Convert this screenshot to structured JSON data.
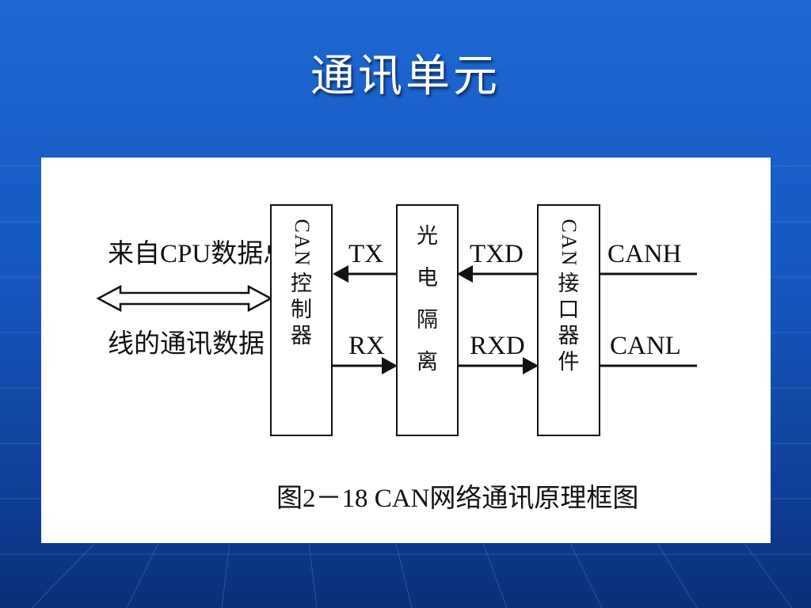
{
  "slide": {
    "title": "通讯单元"
  },
  "diagram": {
    "cpu_label_top": "来自CPU数据总",
    "cpu_label_bottom": "线的通讯数据",
    "can_controller": {
      "latin": "CAN",
      "cjk": [
        "控",
        "制",
        "器"
      ]
    },
    "opto_isolation": {
      "cjk": [
        "光",
        "电",
        "隔",
        "离"
      ]
    },
    "can_interface": {
      "latin": "CAN",
      "cjk": [
        "接",
        "口",
        "器",
        "件"
      ]
    },
    "signals": {
      "tx": "TX",
      "rx": "RX",
      "txd": "TXD",
      "rxd": "RXD",
      "canh": "CANH",
      "canl": "CANL"
    },
    "caption": "图2－18 CAN网络通讯原理框图"
  }
}
